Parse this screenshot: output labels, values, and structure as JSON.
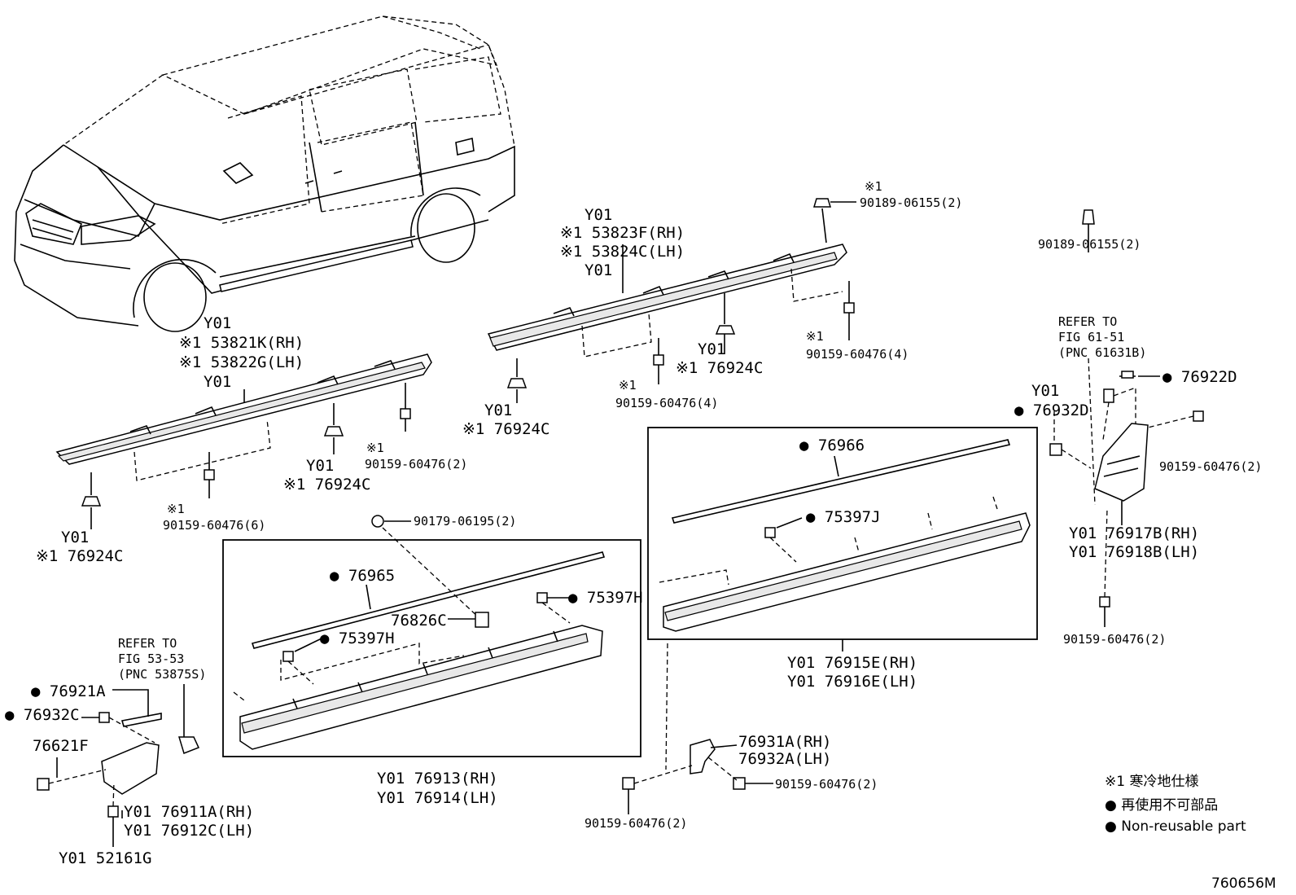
{
  "labels": {
    "rocker_upper_y01a": "Y01",
    "rocker_upper_rh": "※1 53823F(RH)",
    "rocker_upper_lh": "※1 53824C(LH)",
    "rocker_upper_y01b": "Y01",
    "clip_upper_note": "※1",
    "clip_upper_num": "90189-06155(2)",
    "rocker_lower_y01a": "Y01",
    "rocker_lower_rh": "※1 53821K(RH)",
    "rocker_lower_lh": "※1 53822G(LH)",
    "rocker_lower_y01b": "Y01",
    "screw_b_note": "※1",
    "screw_b_num": "90159-60476(4)",
    "mid_y01": "Y01",
    "mid_76924c": "※1 76924C",
    "right_screw_note": "※1",
    "right_screw_num": "90159-60476(4)",
    "left_clip_y01": "Y01",
    "left_clip_76924c": "※1 76924C",
    "lower_mid_screw_note": "※1",
    "lower_mid_screw_num": "90159-60476(2)",
    "lower_mid_y01": "Y01",
    "lower_mid_76924c": "※1 76924C",
    "lower_screw6_note": "※1",
    "lower_screw6_num": "90159-60476(6)",
    "far_clip_y01": "Y01",
    "far_clip_76924c": "※1 76924C",
    "rear_clip_num": "90189-06155(2)",
    "refer_61_a": "REFER TO",
    "refer_61_b": "FIG 61-51",
    "refer_61_c": "(PNC 61631B)",
    "rear_76922d": "● 76922D",
    "rear_y01": "Y01",
    "rear_76932d": "● 76932D",
    "rear_screw_num": "90159-60476(2)",
    "rear_rh": "Y01 76917B(RH)",
    "rear_lh": "Y01 76918B(LH)",
    "rear_bottom_screw": "90159-60476(2)",
    "box_right_76966": "● 76966",
    "box_right_75397j": "● 75397J",
    "box_right_rh": "Y01 76915E(RH)",
    "box_right_lh": "Y01 76916E(LH)",
    "nut_90179": "90179-06195(2)",
    "box_left_76965": "● 76965",
    "box_left_75397h_a": "● 75397H",
    "box_left_76826c": "76826C",
    "box_left_75397h_b": "● 75397H",
    "box_left_rh": "Y01 76913(RH)",
    "box_left_lh": "Y01 76914(LH)",
    "refer_53_a": "REFER TO",
    "refer_53_b": "FIG 53-53",
    "refer_53_c": "(PNC 53875S)",
    "front_76921a": "● 76921A",
    "front_76932c": "● 76932C",
    "front_76621f": "76621F",
    "front_rh": "Y01 76911A(RH)",
    "front_lh": "Y01 76912C(LH)",
    "front_52161g": "Y01 52161G",
    "bracket_rh": "76931A(RH)",
    "bracket_lh": "76932A(LH)",
    "bracket_screw": "90159-60476(2)",
    "bracket_screw_left": "90159-60476(2)",
    "legend_1": "※1 寒冷地仕様",
    "legend_2": "● 再使用不可部品",
    "legend_3": "● Non-reusable part",
    "figure_id": "760656M"
  }
}
